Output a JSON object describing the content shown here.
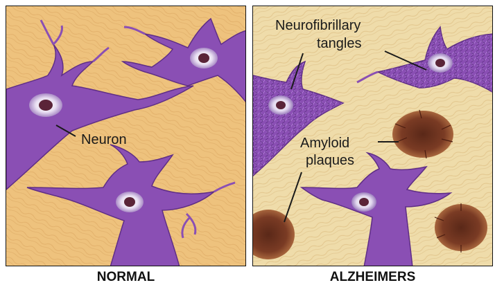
{
  "panels": {
    "normal": {
      "caption": "NORMAL",
      "labels": {
        "neuron": "Neuron"
      }
    },
    "alzheimers": {
      "caption": "ALZHEIMERS",
      "labels": {
        "tangles_line1": "Neurofibrillary",
        "tangles_line2": "tangles",
        "plaques_line1": "Amyloid",
        "plaques_line2": "plaques"
      }
    }
  },
  "colors": {
    "tissue_normal": "#eec27d",
    "tissue_alzheimers": "#efdcaa",
    "neuron": "#8a4fb4",
    "neuron_dark": "#5f2e86",
    "nucleus": "#5a2438",
    "plaque": "#7a3b24"
  }
}
